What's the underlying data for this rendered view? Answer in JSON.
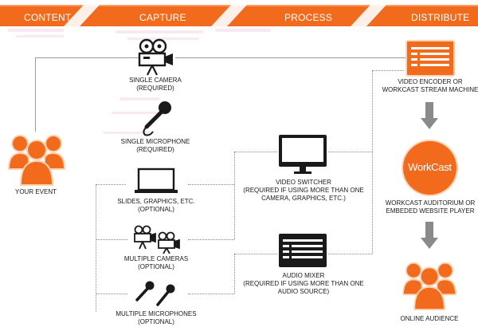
{
  "header": {
    "stages": [
      "CONTENT",
      "CAPTURE",
      "PROCESS",
      "DISTRIBUTE"
    ]
  },
  "colors": {
    "accent": "#f26a1b",
    "dark": "#1a1a1a"
  },
  "nodes": {
    "single_camera": {
      "line1": "SINGLE CAMERA",
      "line2": "(REQUIRED)",
      "icon": "video-camera-icon"
    },
    "single_microphone": {
      "line1": "SINGLE MICROPHONE",
      "line2": "(REQUIRED)",
      "icon": "microphone-icon"
    },
    "your_event": {
      "label": "YOUR EVENT",
      "icon": "audience-icon"
    },
    "slides": {
      "line1": "SLIDES, GRAPHICS, ETC.",
      "line2": "(OPTIONAL)",
      "icon": "laptop-icon"
    },
    "multiple_cameras": {
      "line1": "MULTIPLE CAMERAS",
      "line2": "(OPTIONAL)",
      "icon": "multiple-cameras-icon"
    },
    "multiple_microphones": {
      "line1": "MULTIPLE MICROPHONES",
      "line2": "(OPTIONAL)",
      "icon": "multiple-microphones-icon"
    },
    "video_switcher": {
      "line1": "VIDEO SWITCHER",
      "line2": "(REQUIRED IF USING MORE THAN ONE",
      "line3": "CAMERA, GRAPHICS, ETC.)",
      "icon": "monitor-icon"
    },
    "audio_mixer": {
      "line1": "AUDIO MIXER",
      "line2": "(REQUIRED IF USING MORE THAN ONE",
      "line3": "AUDIO SOURCE)",
      "icon": "audio-mixer-icon"
    },
    "video_encoder": {
      "line1": "VIDEO ENCODER OR",
      "line2": "WORKCAST STREAM MACHINE",
      "icon": "encoder-icon"
    },
    "workcast_auditorium": {
      "logo_text": "WorkCast",
      "line1": "WORKCAST AUDITORIUM OR",
      "line2": "EMBEDED WEBSITE PLAYER",
      "icon": "workcast-logo-icon"
    },
    "online_audience": {
      "label": "ONLINE AUDIENCE",
      "icon": "online-audience-icon"
    }
  }
}
